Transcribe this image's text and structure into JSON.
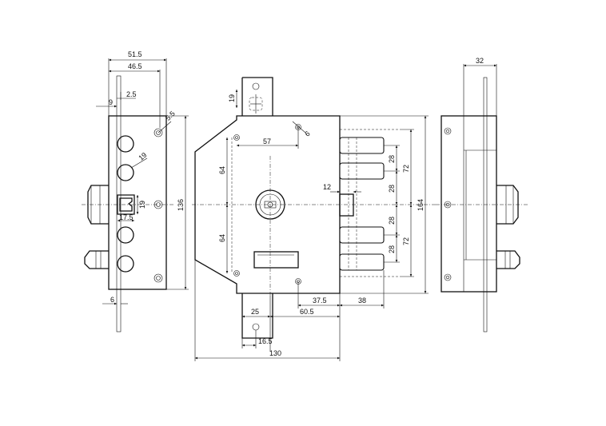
{
  "front_view": {
    "dims": {
      "width_total": "51.5",
      "width_case": "46.5",
      "offset_left": "9",
      "offset_small": "2.5",
      "screw_dia": "5.5",
      "height": "136",
      "bolt_dia": "19",
      "latch_height": "19",
      "latch_width": "17.5",
      "plate_offset": "6"
    }
  },
  "main_view": {
    "dims": {
      "strike_hole": "19",
      "screw_dia": "6",
      "top_screw_spacing": "57",
      "upper_vertical": "64",
      "lower_vertical": "64",
      "bolt_spacing_1": "28",
      "bolt_spacing_2": "28",
      "bolt_spacing_3": "28",
      "bolt_spacing_4": "28",
      "group_upper": "72",
      "group_lower": "72",
      "total_height": "164",
      "latch_width": "12",
      "bottom_center": "37.5",
      "bolt_throw": "38",
      "backset": "60.5",
      "plate_offset": "25",
      "plate_width": "16.5",
      "total_width": "130"
    }
  },
  "side_view": {
    "dims": {
      "depth": "32"
    }
  }
}
